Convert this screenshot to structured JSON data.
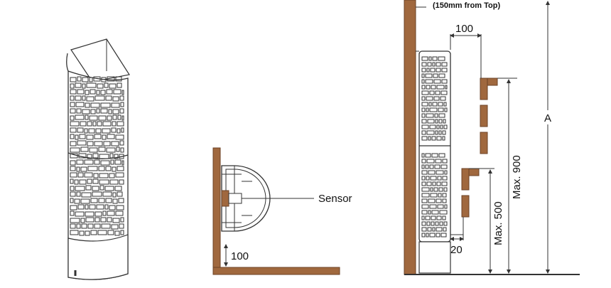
{
  "colors": {
    "wood": "#a0683e",
    "wood_dark": "#6b4226",
    "line": "#333333",
    "heater_fill": "#ffffff"
  },
  "labels": {
    "sensor_position_note": "(150mm from Top)",
    "sensor": "Sensor",
    "top_view_distance": "100",
    "side_gap_top": "100",
    "side_gap_bottom": "20",
    "max_500": "Max. 500",
    "max_900": "Max. 900",
    "height_a": "A"
  }
}
